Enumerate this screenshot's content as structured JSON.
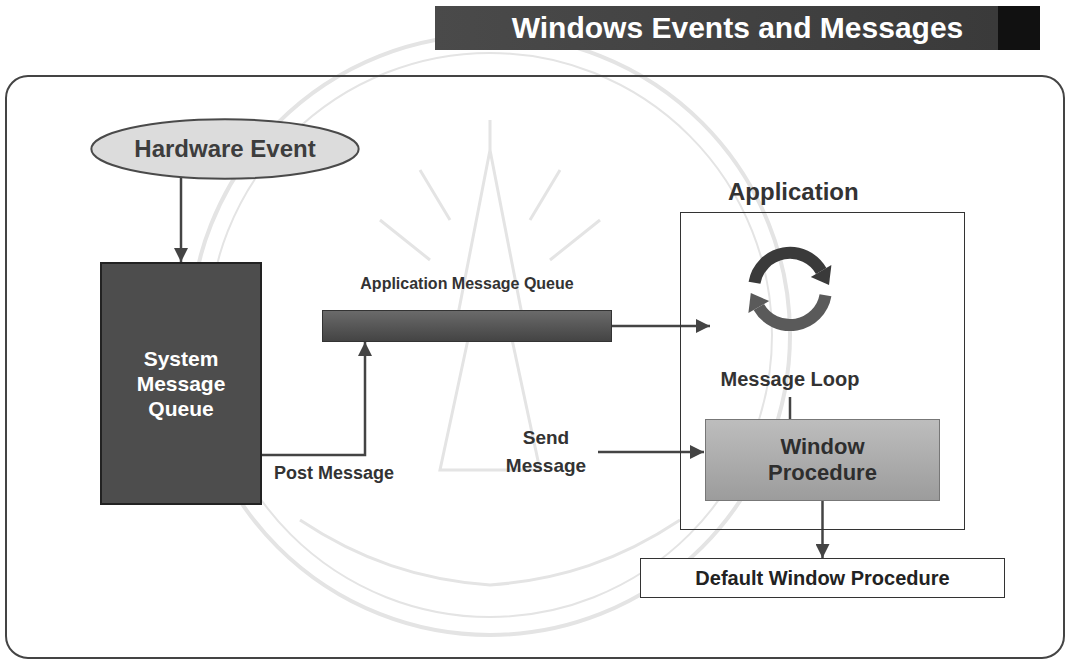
{
  "diagram": {
    "title": "Windows Events and Messages",
    "nodes": [
      {
        "text": [
          "Hardware Event"
        ]
      },
      {
        "text": [
          "System Message Queue"
        ]
      },
      {
        "text": [
          "Application Message Queue"
        ]
      },
      {
        "text": [
          "Application"
        ]
      },
      {
        "text": [
          "Message Loop"
        ],
        "in": 3
      },
      {
        "text": [
          "Window Procedure"
        ],
        "in": 3
      },
      {
        "text": [
          "Default Window Procedure"
        ]
      }
    ],
    "edges": [
      {
        "from": 0,
        "to": 1,
        "arrow": "to"
      },
      {
        "from": 1,
        "to": 2,
        "label": "Post Message",
        "arrow": "to"
      },
      {
        "from": 2,
        "to": 4,
        "arrow": "to"
      },
      {
        "from": 4,
        "to": 5,
        "arrow": "none"
      },
      {
        "from": 5,
        "to": 6,
        "arrow": "to"
      }
    ],
    "labels": [
      "Send Message"
    ]
  }
}
